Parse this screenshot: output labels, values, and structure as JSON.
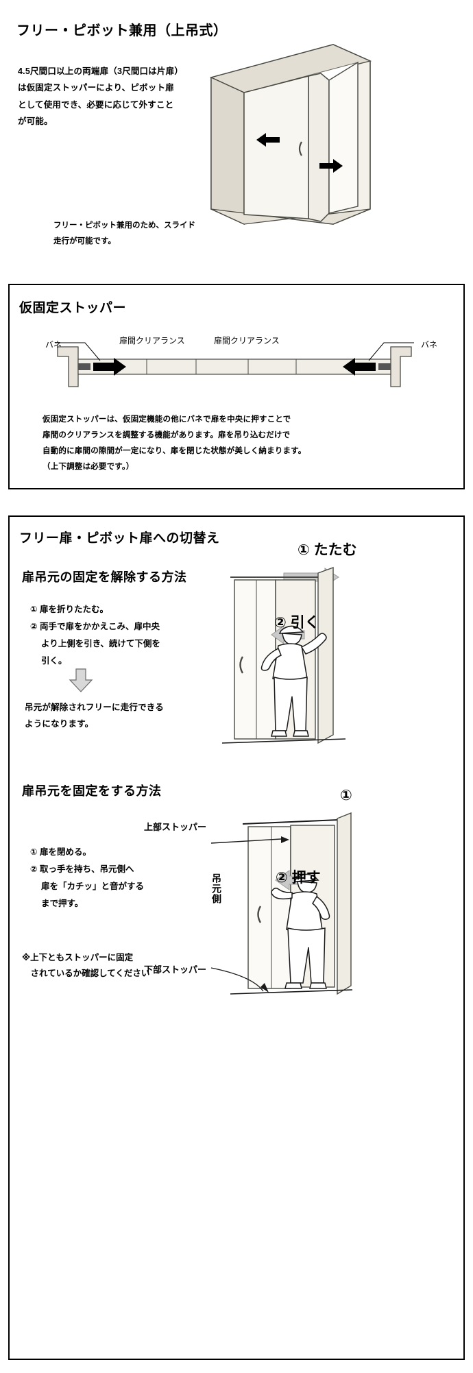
{
  "document": {
    "language": "ja",
    "title": "フリー・ピボット兼用（上吊式）"
  },
  "section1": {
    "heading": "フリー・ピボット兼用（上吊式）",
    "paragraph_lines": [
      "4.5尺間口以上の両端扉（3尺間口は片扉）",
      "は仮固定ストッパーにより、ピボット扉",
      "として使用でき、必要に応じて外すこと",
      "が可能。"
    ],
    "caption_lines": [
      "フリー・ピボット兼用のため、スライド",
      "走行が可能です。"
    ]
  },
  "section2": {
    "heading": "仮固定ストッパー",
    "labels": {
      "spring_left": "バネ",
      "spring_right": "バネ",
      "clearance_left": "扉間クリアランス",
      "clearance_right": "扉間クリアランス"
    },
    "paragraph_lines": [
      "仮固定ストッパーは、仮固定機能の他にバネで扉を中央に押すことで",
      "扉間のクリアランスを調整する機能があります。扉を吊り込むだけで",
      "自動的に扉間の隙間が一定になり、扉を閉じた状態が美しく納まります。",
      "（上下調整は必要です。）"
    ]
  },
  "section3": {
    "heading": "フリー扉・ピボット扉への切替え",
    "release": {
      "subheading": "扉吊元の固定を解除する方法",
      "steps": [
        "① 扉を折りたたむ。",
        "② 両手で扉をかかえこみ、扉中央",
        "　 より上側を引き、続けて下側を",
        "　 引く。"
      ],
      "result_lines": [
        "吊元が解除されフリーに走行できる",
        "ようになります。"
      ],
      "callout_1": "① たたむ",
      "callout_2": "② 引く"
    },
    "fix": {
      "subheading": "扉吊元を固定をする方法",
      "steps": [
        "① 扉を閉める。",
        "② 取っ手を持ち、吊元側へ",
        "　 扉を「カチッ」と音がする",
        "　 まで押す。"
      ],
      "note_lines": [
        "※上下ともストッパーに固定",
        "　されているか確認してください"
      ],
      "callout_1": "①",
      "callout_2": "② 押す",
      "label_upper_stopper": "上部ストッパー",
      "label_lower_stopper": "下部ストッパー",
      "label_hinge_side": "吊元側"
    }
  },
  "colors": {
    "border": "#000000",
    "frame_fill": "#e8e4dc",
    "frame_stroke": "#4a4a44",
    "door_fill": "#f4f2ec",
    "arrow_fill": "#000000",
    "gray_arrow": "#b9b9b9",
    "person_fill": "#ffffff",
    "person_stroke": "#1a1a1a"
  }
}
